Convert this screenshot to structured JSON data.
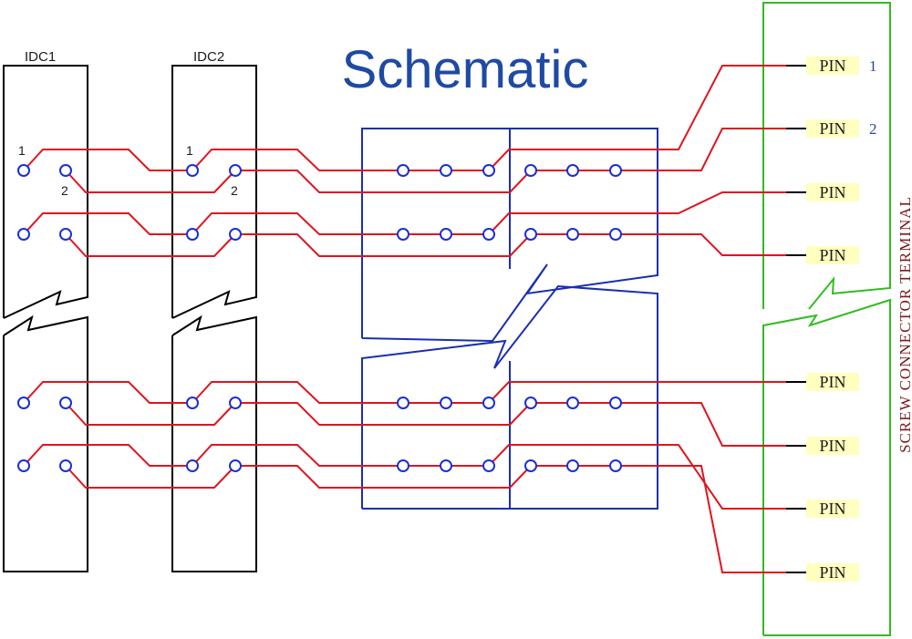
{
  "title": "Schematic",
  "connectors": {
    "idc1_label": "IDC1",
    "idc2_label": "IDC2",
    "pin1_marker": "1",
    "pin2_marker": "2"
  },
  "terminal": {
    "side_label": "SCREW CONNECTOR TERMINAL",
    "pin_label": "PIN",
    "pin_indices": [
      "1",
      "2"
    ],
    "pins_top_count": 4,
    "pins_bottom_count": 4
  },
  "colors": {
    "title": "#1f4aa3",
    "wire": "#e0141e",
    "pad": "#1a2fd6",
    "block_outline": "#1a2fb0",
    "terminal_outline": "#33bb22",
    "pin_fill": "#ffffc0",
    "outline": "#000000"
  }
}
